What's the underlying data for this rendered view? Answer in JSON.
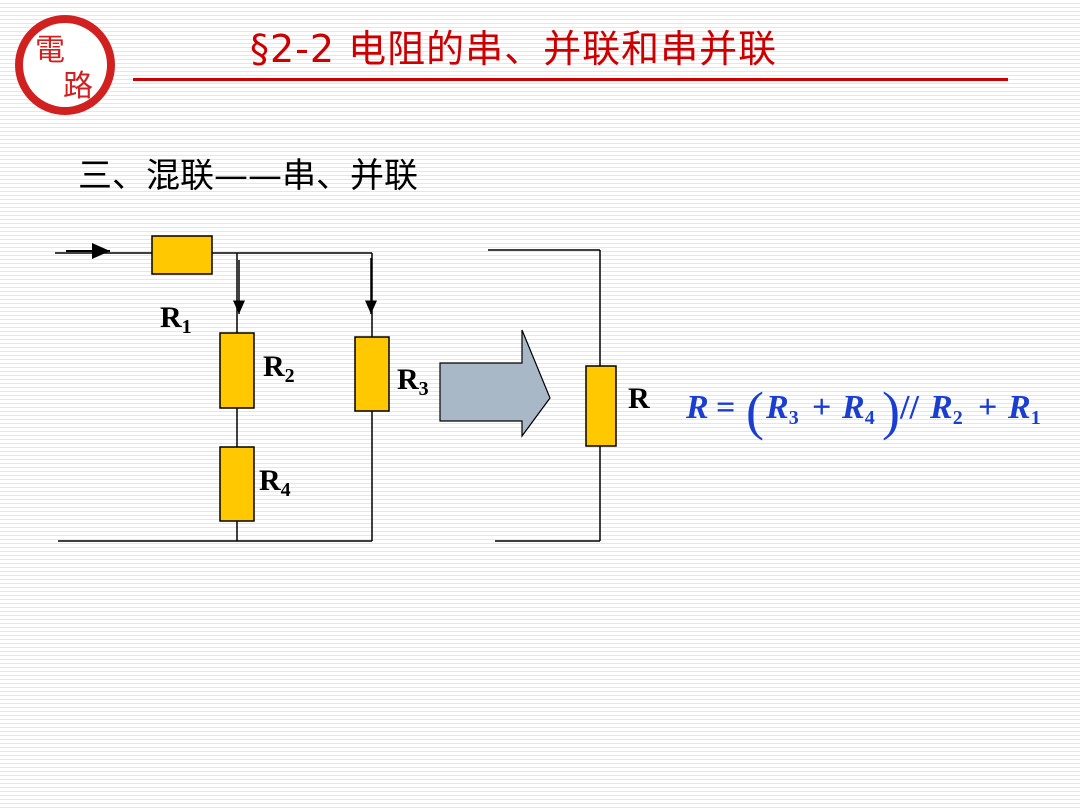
{
  "logo": {
    "char_top": "電",
    "char_bottom": "路",
    "color": "#d02020"
  },
  "title": "§2-2 电阻的串、并联和串并联",
  "subtitle": "三、混联——串、并联",
  "circuit": {
    "resistors": [
      {
        "label": "R",
        "sub": "1"
      },
      {
        "label": "R",
        "sub": "2"
      },
      {
        "label": "R",
        "sub": "3"
      },
      {
        "label": "R",
        "sub": "4"
      }
    ],
    "equivalent": {
      "label": "R"
    },
    "resistor_fill": "#ffc800"
  },
  "formula": {
    "lhs": "R",
    "eq": "=",
    "paren_open": "(",
    "r3": "R",
    "r3_sub": "3",
    "plus1": "+",
    "r4": "R",
    "r4_sub": "4",
    "paren_close": ")",
    "parallel": "//",
    "r2": "R",
    "r2_sub": "2",
    "plus2": "+",
    "r1": "R",
    "r1_sub": "1",
    "color": "#1a3fd0"
  }
}
